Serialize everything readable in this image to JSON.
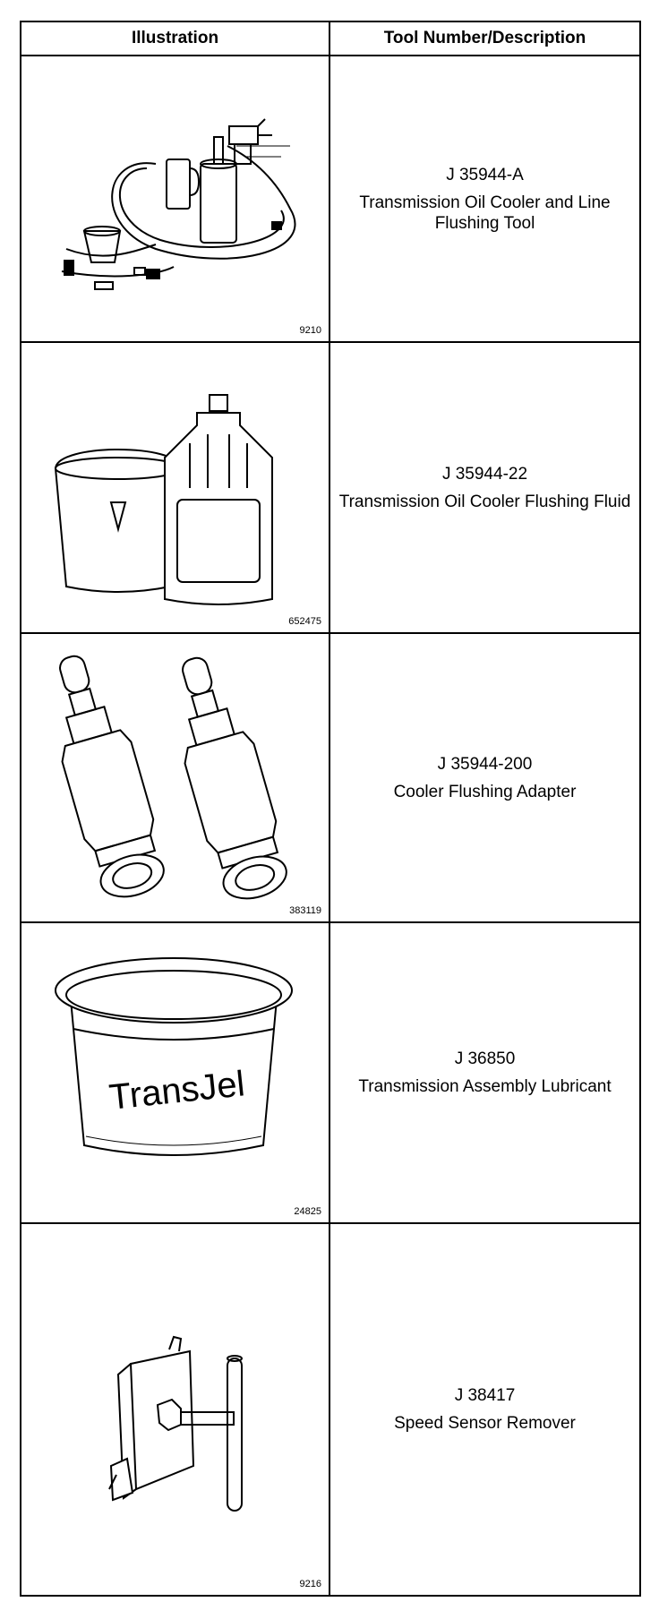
{
  "table": {
    "header": {
      "illustration": "Illustration",
      "description": "Tool Number/Description"
    },
    "rows": [
      {
        "fig": "9210",
        "number": "J 35944-A",
        "description": "Transmission Oil Cooler and Line Flushing Tool",
        "illustration_icon": "flushing-tool-illustration"
      },
      {
        "fig": "652475",
        "number": "J 35944-22",
        "description": "Transmission Oil Cooler Flushing Fluid",
        "illustration_icon": "bucket-and-jug-illustration"
      },
      {
        "fig": "383119",
        "number": "J 35944-200",
        "description": "Cooler Flushing Adapter",
        "illustration_icon": "adapter-fittings-illustration"
      },
      {
        "fig": "24825",
        "number": "J 36850",
        "description": "Transmission Assembly Lubricant",
        "illustration_icon": "lubricant-tub-illustration",
        "tub_label": "TransJel"
      },
      {
        "fig": "9216",
        "number": "J 38417",
        "description": "Speed Sensor Remover",
        "illustration_icon": "speed-sensor-remover-illustration"
      }
    ]
  }
}
